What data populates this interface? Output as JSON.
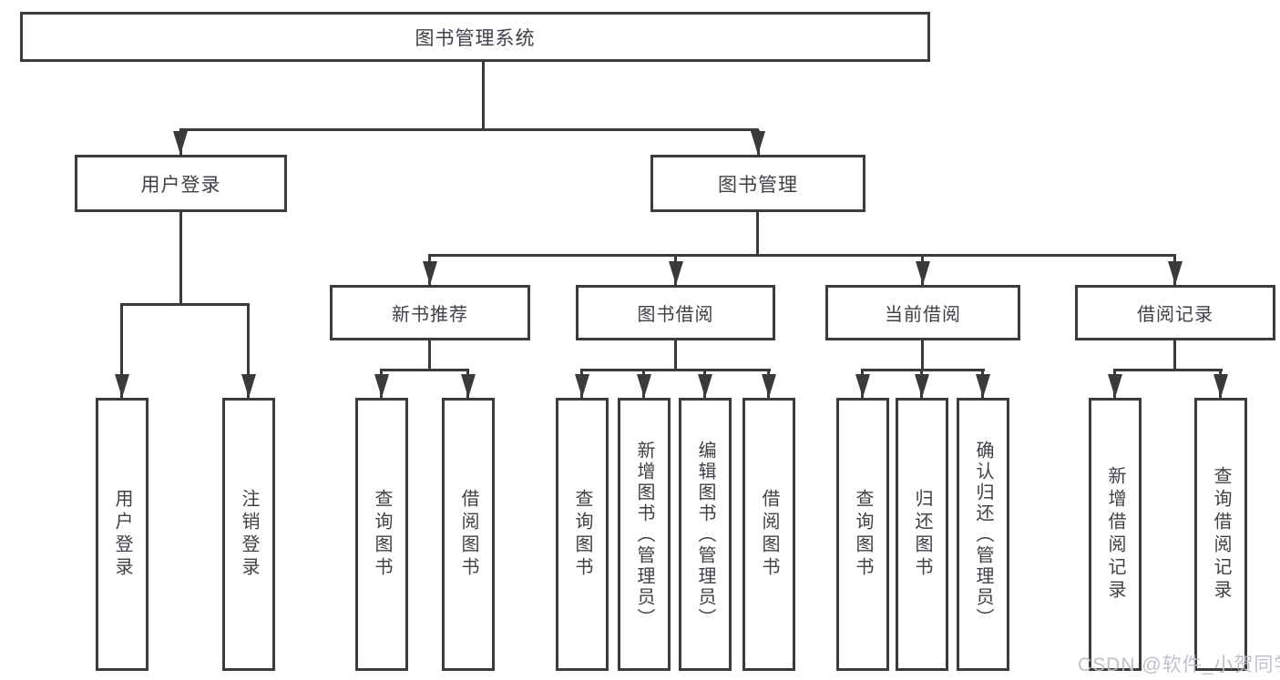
{
  "nodes": {
    "root": "图书管理系统",
    "l2": [
      "用户登录",
      "图书管理"
    ],
    "l3": [
      "新书推荐",
      "图书借阅",
      "当前借阅",
      "借阅记录"
    ],
    "leaves_login": [
      "用户登录",
      "注销登录"
    ],
    "leaves_newbook": [
      "查询图书",
      "借阅图书"
    ],
    "leaves_borrow": [
      "查询图书",
      "新增图书（管理员）",
      "编辑图书（管理员）",
      "借阅图书"
    ],
    "leaves_current": [
      "查询图书",
      "归还图书",
      "确认归还（管理员）"
    ],
    "leaves_records": [
      "新增借阅记录",
      "查询借阅记录"
    ]
  },
  "watermark": "CSDN @软件_小贺同学",
  "colors": {
    "line": "#3a3a3a",
    "box_border": "#3b3b3b",
    "text": "#3e4147",
    "background": "#ffffff",
    "watermark": "#b9bdc5"
  }
}
